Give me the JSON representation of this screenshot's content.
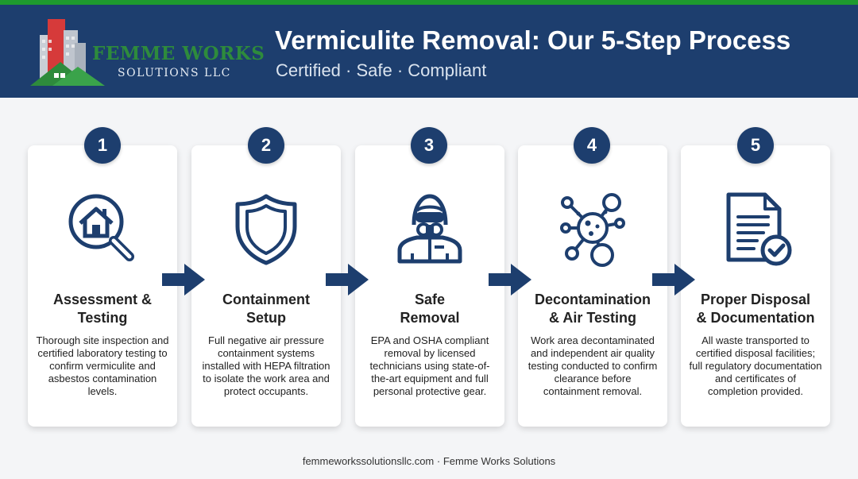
{
  "header": {
    "logo_line1": "FEMME WORKS",
    "logo_line2": "SOLUTIONS LLC",
    "title": "Vermiculite Removal: Our 5-Step Process",
    "subtitle": "Certified · Safe · Compliant"
  },
  "steps": [
    {
      "number": "1",
      "title_line1": "Assessment &",
      "title_line2": "Testing",
      "description": "Thorough site inspection and certified laboratory testing to confirm vermiculite and asbestos contamination levels.",
      "icon": "house-magnifier-icon"
    },
    {
      "number": "2",
      "title_line1": "Containment",
      "title_line2": "Setup",
      "description": "Full negative air pressure containment systems installed with HEPA filtration to isolate the work area and protect occupants.",
      "icon": "shield-icon"
    },
    {
      "number": "3",
      "title_line1": "Safe",
      "title_line2": "Removal",
      "description": "EPA and OSHA compliant removal by licensed technicians using state-of-the-art equipment and full personal protective gear.",
      "icon": "hazmat-worker-icon"
    },
    {
      "number": "4",
      "title_line1": "Decontamination",
      "title_line2": "& Air Testing",
      "description": "Work area decontaminated and independent air quality testing conducted to confirm clearance before containment removal.",
      "icon": "molecule-icon"
    },
    {
      "number": "5",
      "title_line1": "Proper Disposal",
      "title_line2": "& Documentation",
      "description": "All waste transported to certified disposal facilities; full regulatory documentation and certificates of completion provided.",
      "icon": "document-check-icon"
    }
  ],
  "footer": {
    "text": "femmeworkssolutionsllc.com · Femme Works Solutions"
  },
  "colors": {
    "navy": "#1d3e6e",
    "green": "#2e8b3c",
    "red": "#d63a3a",
    "background": "#f4f5f7"
  }
}
